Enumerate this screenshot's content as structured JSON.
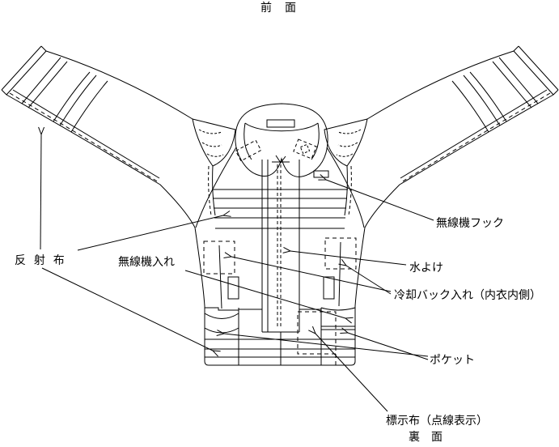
{
  "page": {
    "background": "#ffffff",
    "line_color": "#000000"
  },
  "title": "前　面",
  "labels": {
    "reflective_cloth": "反 射 布",
    "radio_pocket": "無線機入れ",
    "radio_hook": "無線機フック",
    "water_guard": "水よけ",
    "cooling_pack_pocket": "冷却バック入れ（内衣内側）",
    "pocket": "ポケット",
    "marking_cloth": "標示布（点線表示）",
    "back_side": "裏　面"
  },
  "icons": {
    "arrowhead": "open-v-arrow"
  }
}
